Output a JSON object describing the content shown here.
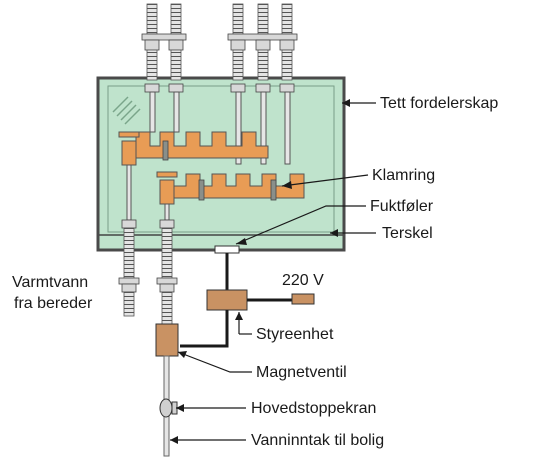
{
  "labels": {
    "cabinet": "Tett fordelerskap",
    "clamp_ring": "Klamring",
    "moisture_sensor": "Fuktføler",
    "threshold": "Terskel",
    "hot_water_line1": "Varmtvann",
    "hot_water_line2": "fra bereder",
    "voltage": "220 V",
    "control_unit": "Styreenhet",
    "solenoid_valve": "Magnetventil",
    "main_shutoff": "Hovedstoppekran",
    "water_inlet": "Vanninntak til bolig"
  },
  "colors": {
    "cabinet_fill": "#bfe3cc",
    "cabinet_border": "#4a4a4a",
    "manifold_fill": "#e89c55",
    "control_unit_fill": "#c99263",
    "valve_fill": "#c99263",
    "pipe_fill": "#d8d8d8",
    "line": "#1a1a1a"
  }
}
